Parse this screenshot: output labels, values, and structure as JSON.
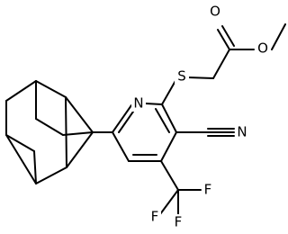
{
  "molecule": {
    "atoms": {
      "o_carbonyl": "O",
      "o_ester": "O",
      "s": "S",
      "n_ring": "N",
      "n_nitrile": "N",
      "f1": "F",
      "f2": "F",
      "f3": "F"
    }
  }
}
